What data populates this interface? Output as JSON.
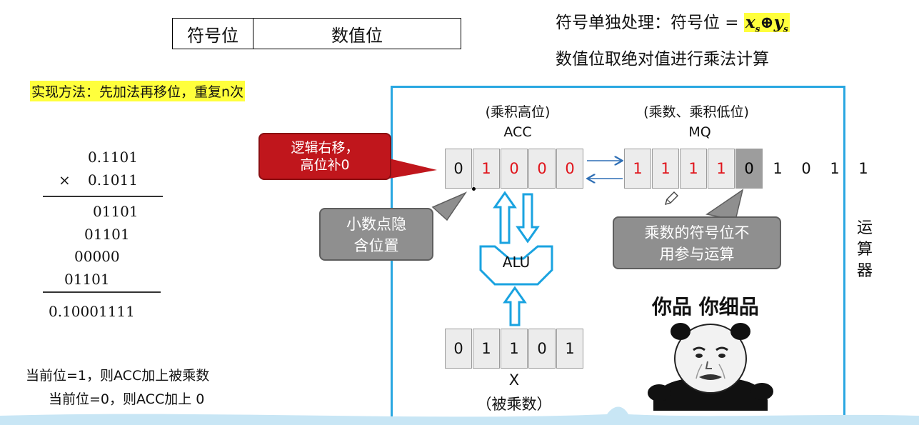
{
  "header_table": {
    "sign_bit": "符号位",
    "value_bits": "数值位"
  },
  "sign_note": {
    "prefix": "符号单独处理：符号位 = ",
    "x": "x",
    "x_sub": "s",
    "op": "⊕",
    "y": "y",
    "y_sub": "s"
  },
  "value_note": "数值位取绝对值进行乘法计算",
  "method": "实现方法：先加法再移位，重复n次",
  "manual_calc": {
    "multiplicand": "0.1101",
    "times_sign": "×",
    "multiplier": "0.1011",
    "partials": [
      "01101",
      "01101",
      "00000",
      "01101"
    ],
    "result": "0.10001111"
  },
  "rules": [
    "当前位=1，则ACC加上被乘数",
    "当前位=0，则ACC加上 0"
  ],
  "operator": {
    "side_label": [
      "运",
      "算",
      "器"
    ],
    "acc": {
      "caption": "(乘积高位)",
      "name": "ACC",
      "bits": [
        "0",
        "1",
        "0",
        "0",
        "0"
      ]
    },
    "mq": {
      "caption": "(乘数、乘积低位)",
      "name": "MQ",
      "bits": [
        "1",
        "1",
        "1",
        "1",
        "0"
      ],
      "overflow_bits": [
        "1",
        "0",
        "1",
        "1"
      ]
    },
    "alu": "ALU",
    "x": {
      "bits": [
        "0",
        "1",
        "1",
        "0",
        "1"
      ],
      "name": "X",
      "caption": "（被乘数）"
    },
    "callouts": {
      "shift": [
        "逻辑右移，",
        "高位补0"
      ],
      "decimal_point": [
        "小数点隐",
        "含位置"
      ],
      "sign_bit": [
        "乘数的符号位不",
        "用参与运算"
      ]
    },
    "meme_caption": "你品 你细品"
  },
  "colors": {
    "frame": "#29a7e1",
    "highlight": "#ffff3c",
    "red_bits": "#e0141b",
    "shift_callout": "#c0161c"
  }
}
